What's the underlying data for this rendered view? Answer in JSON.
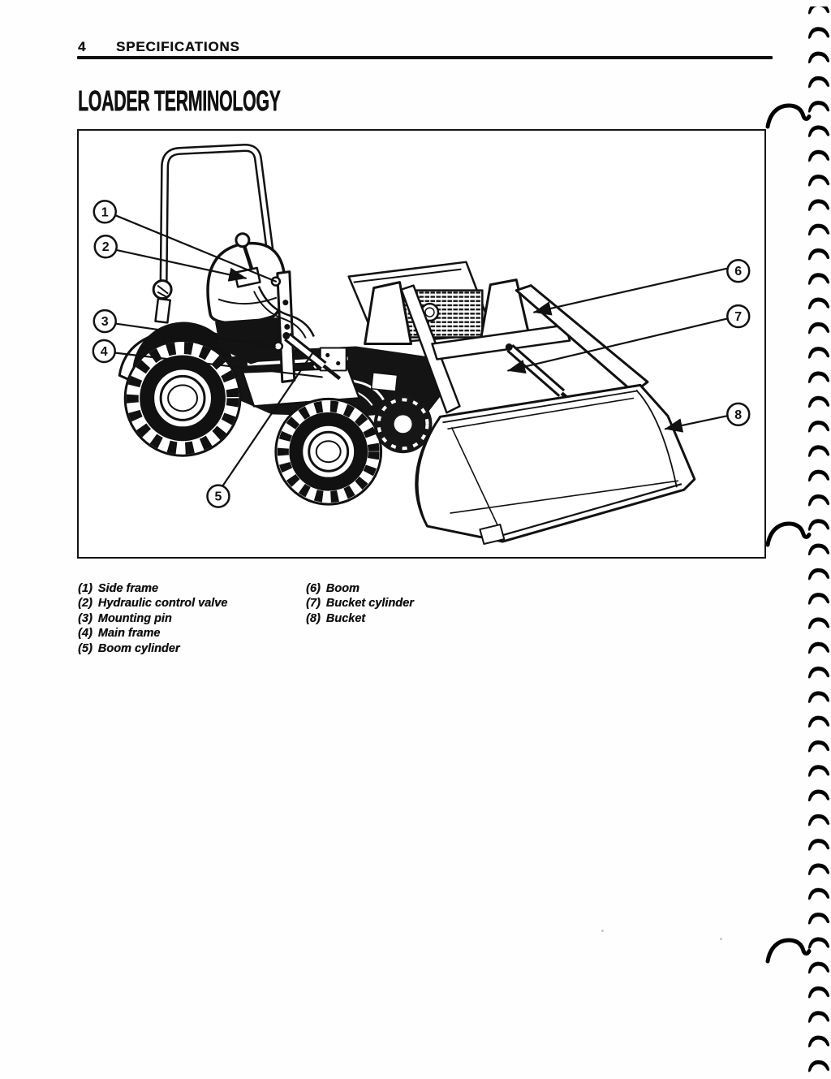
{
  "page": {
    "number": "4",
    "section": "SPECIFICATIONS",
    "title": "LOADER TERMINOLOGY"
  },
  "colors": {
    "ink": "#111111",
    "paper": "#ffffff"
  },
  "figure": {
    "description": "line-art of compact tractor with front loader and bucket",
    "callouts": [
      {
        "num": "1",
        "label": "Side frame"
      },
      {
        "num": "2",
        "label": "Hydraulic control valve"
      },
      {
        "num": "3",
        "label": "Mounting pin"
      },
      {
        "num": "4",
        "label": "Main frame"
      },
      {
        "num": "5",
        "label": "Boom cylinder"
      },
      {
        "num": "6",
        "label": "Boom"
      },
      {
        "num": "7",
        "label": "Bucket cylinder"
      },
      {
        "num": "8",
        "label": "Bucket"
      }
    ]
  },
  "legend": {
    "left": [
      {
        "num": "(1)",
        "label": "Side frame"
      },
      {
        "num": "(2)",
        "label": "Hydraulic control valve"
      },
      {
        "num": "(3)",
        "label": "Mounting pin"
      },
      {
        "num": "(4)",
        "label": "Main frame"
      },
      {
        "num": "(5)",
        "label": "Boom cylinder"
      }
    ],
    "right": [
      {
        "num": "(6)",
        "label": "Boom"
      },
      {
        "num": "(7)",
        "label": "Bucket cylinder"
      },
      {
        "num": "(8)",
        "label": "Bucket"
      }
    ]
  }
}
